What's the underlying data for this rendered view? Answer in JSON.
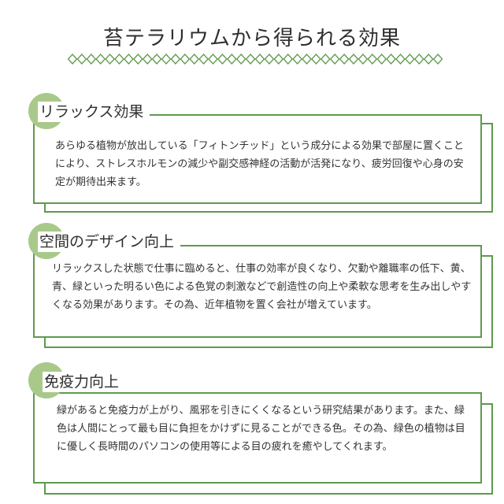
{
  "title": "苔テラリウムから得られる効果",
  "colors": {
    "accent_green": "#5e9a4d",
    "circle_green": "#a9c98a"
  },
  "sections": [
    {
      "heading": "リラックス効果",
      "body": "あらゆる植物が放出している「フィトンチッド」という成分による効果で部屋に置くことにより、ストレスホルモンの減少や副交感神経の活動が活発になり、疲労回復や心身の安定が期待出来ます。"
    },
    {
      "heading": "空間のデザイン向上",
      "body": "リラックスした状態で仕事に臨めると、仕事の効率が良くなり、欠勤や離職率の低下、黄、青、緑といった明るい色による色覚の刺激などで創造性の向上や柔軟な思考を生み出しやすくなる効果があります。その為、近年植物を置く会社が増えています。"
    },
    {
      "heading": "免疫力向上",
      "body": "緑があると免疫力が上がり、風邪を引きにくくなるという研究結果があります。また、緑色は人間にとって最も目に負担をかけずに見ることができる色。その為、緑色の植物は目に優しく長時間のパソコンの使用等による目の疲れを癒やしてくれます。"
    }
  ]
}
